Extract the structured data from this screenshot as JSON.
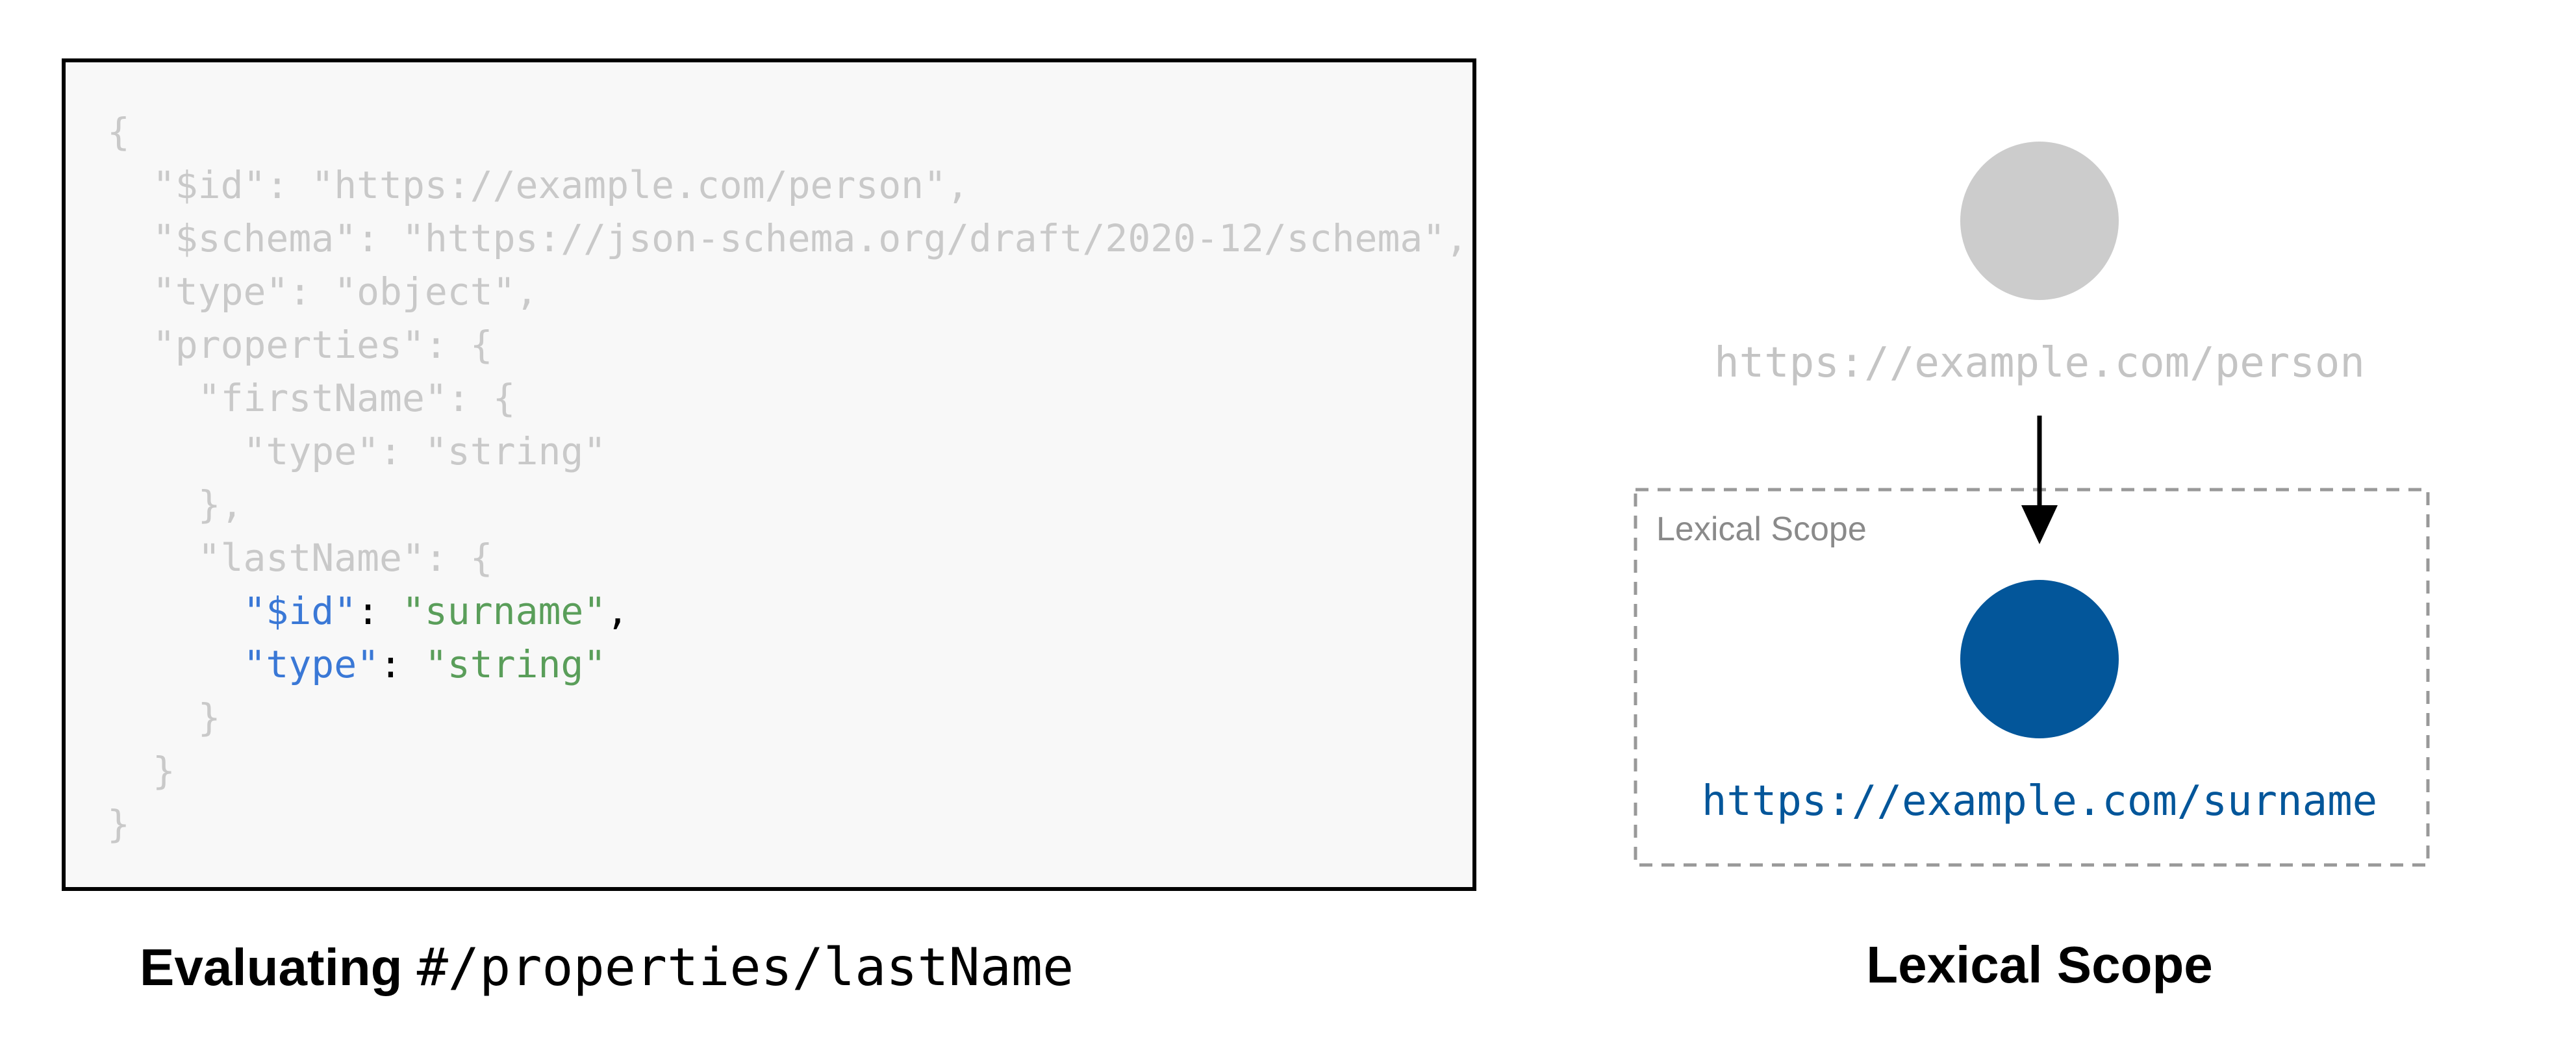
{
  "code_lines": [
    [
      {
        "text": "{",
        "style": "dim"
      }
    ],
    [
      {
        "text": "  \"$id\": \"https://example.com/person\",",
        "style": "dim"
      }
    ],
    [
      {
        "text": "  \"$schema\": \"https://json-schema.org/draft/2020-12/schema\",",
        "style": "dim"
      }
    ],
    [
      {
        "text": "  \"type\": \"object\",",
        "style": "dim"
      }
    ],
    [
      {
        "text": "  \"properties\": {",
        "style": "dim"
      }
    ],
    [
      {
        "text": "    \"firstName\": {",
        "style": "dim"
      }
    ],
    [
      {
        "text": "      \"type\": \"string\"",
        "style": "dim"
      }
    ],
    [
      {
        "text": "    },",
        "style": "dim"
      }
    ],
    [
      {
        "text": "    \"lastName\": {",
        "style": "dim"
      }
    ],
    [
      {
        "text": "      ",
        "style": "dim"
      },
      {
        "text": "\"$id\"",
        "style": "key"
      },
      {
        "text": ": ",
        "style": "punc"
      },
      {
        "text": "\"surname\"",
        "style": "str"
      },
      {
        "text": ",",
        "style": "punc"
      }
    ],
    [
      {
        "text": "      ",
        "style": "dim"
      },
      {
        "text": "\"type\"",
        "style": "key"
      },
      {
        "text": ": ",
        "style": "punc"
      },
      {
        "text": "\"string\"",
        "style": "str"
      }
    ],
    [
      {
        "text": "    }",
        "style": "dim"
      }
    ],
    [
      {
        "text": "  }",
        "style": "dim"
      }
    ],
    [
      {
        "text": "}",
        "style": "dim"
      }
    ]
  ],
  "caption_left": {
    "word": "Evaluating",
    "path": "#/properties/lastName"
  },
  "diagram": {
    "parent_url": "https://example.com/person",
    "child_url": "https://example.com/surname",
    "scope_label": "Lexical Scope"
  },
  "caption_right": "Lexical Scope",
  "colors": {
    "dim_text": "#c9c9c9",
    "key": "#3a78d6",
    "string": "#5a9e5a",
    "parent_node": "#cccccc",
    "child_node": "#03569a",
    "child_url": "#03569a",
    "scope_border": "#999999"
  }
}
